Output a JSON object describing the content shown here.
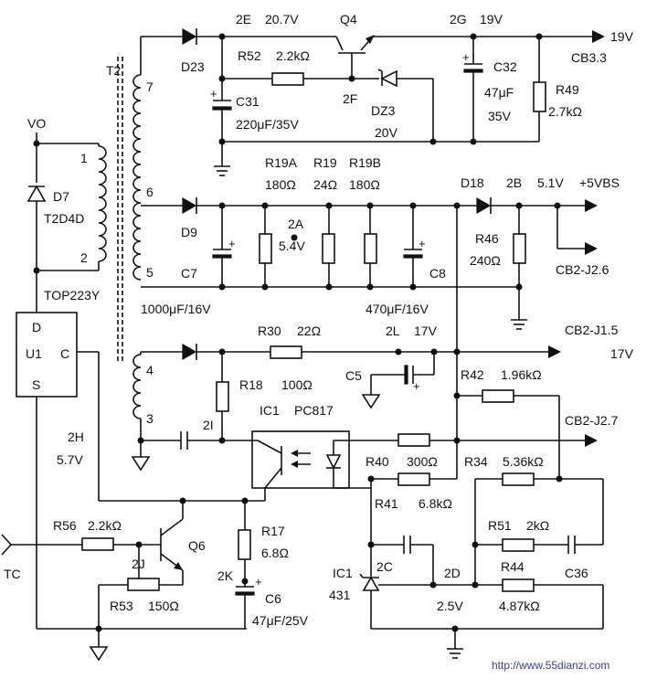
{
  "colors": {
    "ink": "#111111",
    "watermark": "#3a3aa8",
    "background": "#ffffff"
  },
  "transformer": {
    "name": "T2",
    "pins": [
      "7",
      "6",
      "5",
      "1",
      "2",
      "4",
      "3"
    ]
  },
  "diodes": [
    {
      "ref": "D23"
    },
    {
      "ref": "D9"
    },
    {
      "ref": "D18"
    },
    {
      "ref": "D7",
      "part": "T2D4D"
    },
    {
      "ref": "DZ3",
      "value": "20V"
    }
  ],
  "transistors": [
    {
      "ref": "Q4"
    },
    {
      "ref": "Q6"
    }
  ],
  "resistors": [
    {
      "ref": "R52",
      "value": "2.2kΩ"
    },
    {
      "ref": "R49",
      "value": "2.7kΩ"
    },
    {
      "ref": "R19A",
      "value": "180Ω"
    },
    {
      "ref": "R19",
      "value": "24Ω"
    },
    {
      "ref": "R19B",
      "value": "180Ω"
    },
    {
      "ref": "R46",
      "value": "240Ω"
    },
    {
      "ref": "R30",
      "value": "22Ω"
    },
    {
      "ref": "R18",
      "value": "100Ω"
    },
    {
      "ref": "R42",
      "value": "1.96kΩ"
    },
    {
      "ref": "R40",
      "value": "300Ω"
    },
    {
      "ref": "R41",
      "value": "6.8kΩ"
    },
    {
      "ref": "R34",
      "value": "5.36kΩ"
    },
    {
      "ref": "R51",
      "value": "2kΩ"
    },
    {
      "ref": "R44",
      "value": "4.87kΩ"
    },
    {
      "ref": "R56",
      "value": "2.2kΩ"
    },
    {
      "ref": "R17",
      "value": "6.8Ω"
    },
    {
      "ref": "R53",
      "value": "150Ω"
    }
  ],
  "capacitors": [
    {
      "ref": "C31",
      "value": "220μF/35V"
    },
    {
      "ref": "C32",
      "value": "47μF",
      "voltage": "35V"
    },
    {
      "ref": "C7",
      "value": "1000μF/16V"
    },
    {
      "ref": "C8",
      "value": "470μF/16V"
    },
    {
      "ref": "C5"
    },
    {
      "ref": "C6",
      "value": "47μF/25V"
    },
    {
      "ref": "C36"
    }
  ],
  "ics": [
    {
      "ref": "U1",
      "part": "TOP223Y",
      "pins": [
        "D",
        "C",
        "S"
      ]
    },
    {
      "ref": "IC1",
      "part": "PC817"
    },
    {
      "ref": "IC1",
      "part": "431"
    }
  ],
  "nodes": [
    {
      "name": "2E",
      "voltage": "20.7V"
    },
    {
      "name": "2G",
      "voltage": "19V"
    },
    {
      "name": "2F"
    },
    {
      "name": "2A",
      "voltage": "5.4V"
    },
    {
      "name": "2B",
      "voltage": "5.1V"
    },
    {
      "name": "2L",
      "voltage": "17V"
    },
    {
      "name": "2I"
    },
    {
      "name": "2H",
      "voltage": "5.7V"
    },
    {
      "name": "2J"
    },
    {
      "name": "2K"
    },
    {
      "name": "2C"
    },
    {
      "name": "2D",
      "voltage": "2.5V"
    }
  ],
  "outputs": [
    {
      "connector": "CB3.3",
      "label": "19V"
    },
    {
      "connector": "",
      "label": "+5VBS"
    },
    {
      "connector": "CB2-J2.6",
      "label": ""
    },
    {
      "connector": "CB2-J1.5",
      "label": "17V"
    },
    {
      "connector": "CB2-J2.7",
      "label": ""
    }
  ],
  "inputs": [
    {
      "label": "VO"
    },
    {
      "label": "TC"
    }
  ],
  "watermark": "http://www.55dianzi.com"
}
